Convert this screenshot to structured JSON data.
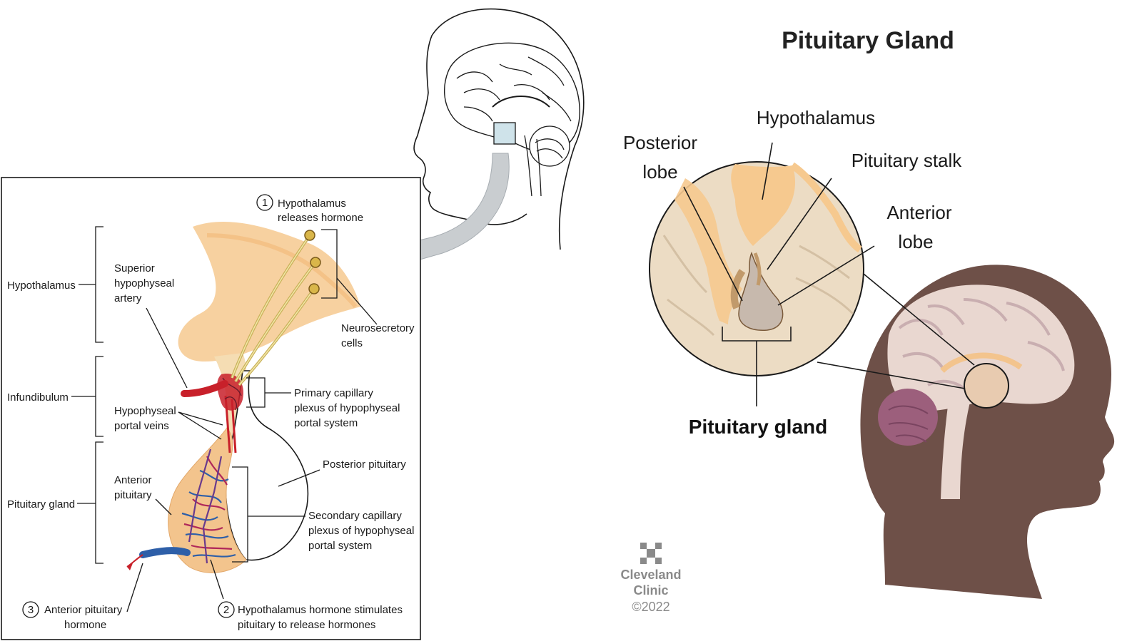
{
  "colors": {
    "hypothalamus_tissue": "#f6c98f",
    "artery_red": "#c8202a",
    "vein_blue": "#2e5fa8",
    "axon_yellow": "#e8d27a",
    "skin_brown": "#6e5048",
    "inset_bg": "#ecdcc4",
    "arrow_gray": "#c9cdd0",
    "logo_gray": "#8a8a8a"
  },
  "left_panel": {
    "step1": {
      "number": "1",
      "line1": "Hypothalamus",
      "line2": "releases hormone"
    },
    "hypothalamus": "Hypothalamus",
    "infundibulum": "Infundibulum",
    "pituitary_gland": "Pituitary gland",
    "superior_artery": {
      "line1": "Superior",
      "line2": "hypophyseal",
      "line3": "artery"
    },
    "neurosecretory": {
      "line1": "Neurosecretory",
      "line2": "cells"
    },
    "primary_plexus": {
      "line1": "Primary capillary",
      "line2": "plexus of hypophyseal",
      "line3": "portal system"
    },
    "portal_veins": {
      "line1": "Hypophyseal",
      "line2": "portal veins"
    },
    "posterior_pituitary": "Posterior pituitary",
    "anterior_pituitary": {
      "line1": "Anterior",
      "line2": "pituitary"
    },
    "secondary_plexus": {
      "line1": "Secondary capillary",
      "line2": "plexus of hypophyseal",
      "line3": "portal system"
    },
    "step3": {
      "number": "3",
      "line1": "Anterior pituitary",
      "line2": "hormone"
    },
    "step2": {
      "number": "2",
      "line1": "Hypothalamus hormone stimulates",
      "line2": "pituitary to release hormones"
    }
  },
  "right_panel": {
    "title": "Pituitary Gland",
    "hypothalamus": "Hypothalamus",
    "posterior_lobe": {
      "line1": "Posterior",
      "line2": "lobe"
    },
    "pituitary_stalk": "Pituitary stalk",
    "anterior_lobe": {
      "line1": "Anterior",
      "line2": "lobe"
    },
    "pituitary_gland": "Pituitary gland"
  },
  "credit": {
    "brand_line1": "Cleveland",
    "brand_line2": "Clinic",
    "year": "©2022",
    "logo_icon": "cleveland-clinic-logo-icon"
  }
}
